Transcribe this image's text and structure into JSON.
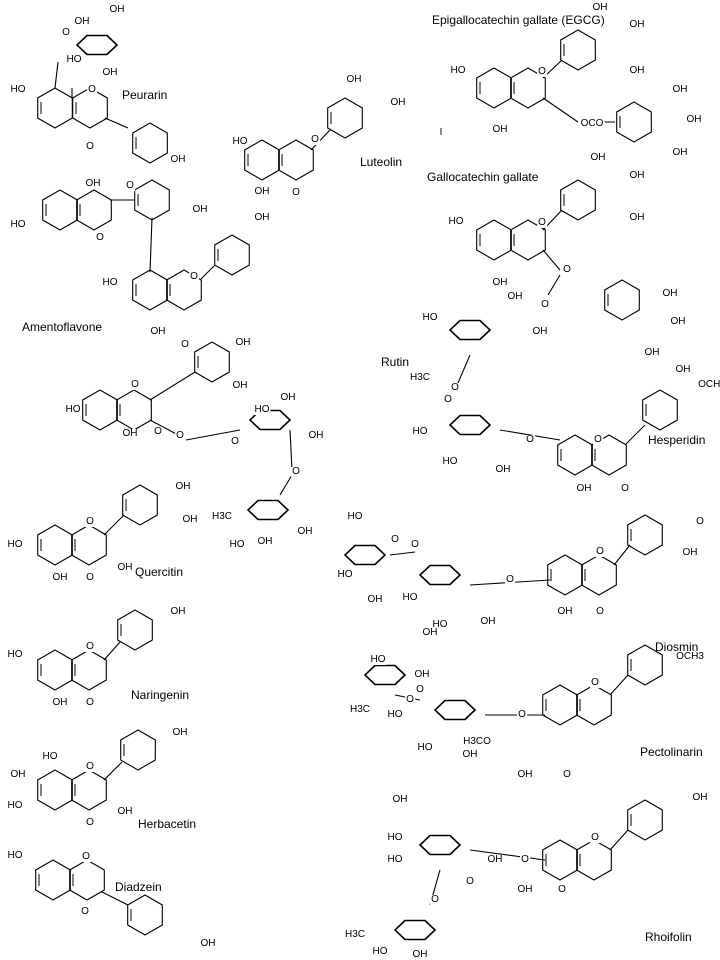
{
  "compounds": [
    {
      "id": "peurarin",
      "name": "Peurarin",
      "atoms": [
        "HO",
        "O",
        "O",
        "OH",
        "OH",
        "OH",
        "O",
        "HO",
        "OH"
      ]
    },
    {
      "id": "luteolin",
      "name": "Luteolin",
      "atoms": [
        "HO",
        "O",
        "OH",
        "O",
        "OH",
        "OH",
        "I"
      ]
    },
    {
      "id": "egcg",
      "name": "Epigallocatechin gallate (EGCG)",
      "atoms": [
        "HO",
        "O",
        "OH",
        "OCO",
        "OH",
        "OH",
        "OH",
        "OH",
        "OH",
        "OH"
      ]
    },
    {
      "id": "gallocatechin-gallate",
      "name": "Gallocatechin gallate",
      "atoms": [
        "HO",
        "O",
        "OH",
        "O",
        "O",
        "OH",
        "OH",
        "OH",
        "OH",
        "OH",
        "OH"
      ]
    },
    {
      "id": "amentoflavone",
      "name": "Amentoflavone",
      "atoms": [
        "OH",
        "O",
        "HO",
        "O",
        "OH",
        "OH",
        "HO",
        "O",
        "OH",
        "O"
      ]
    },
    {
      "id": "rutin",
      "name": "Rutin",
      "atoms": [
        "HO",
        "O",
        "OH",
        "O",
        "OH",
        "OH",
        "O",
        "OH",
        "HO",
        "OH",
        "O",
        "O",
        "H3C",
        "HO",
        "OH",
        "OH"
      ]
    },
    {
      "id": "hesperidin",
      "name": "Hesperidin",
      "atoms": [
        "OH",
        "HO",
        "OH",
        "H3C",
        "O",
        "O",
        "HO",
        "HO",
        "OH",
        "O",
        "O",
        "OH",
        "O",
        "OH",
        "OCH3"
      ]
    },
    {
      "id": "quercitin",
      "name": "Quercitin",
      "atoms": [
        "HO",
        "O",
        "OH",
        "O",
        "OH",
        "OH",
        "OH"
      ]
    },
    {
      "id": "naringenin",
      "name": "Naringenin",
      "atoms": [
        "HO",
        "O",
        "OH",
        "O",
        "OH"
      ]
    },
    {
      "id": "herbacetin",
      "name": "Herbacetin",
      "atoms": [
        "HO",
        "OH",
        "O",
        "HO",
        "O",
        "OH",
        "OH"
      ]
    },
    {
      "id": "diadzein",
      "name": "Diadzein",
      "atoms": [
        "HO",
        "O",
        "O",
        "OH"
      ]
    },
    {
      "id": "diosmin",
      "name": "Diosmin",
      "atoms": [
        "HO",
        "O",
        "HO",
        "OH",
        "O",
        "HO",
        "HO",
        "OH",
        "O",
        "O",
        "OH",
        "O",
        "O",
        "OH"
      ]
    },
    {
      "id": "pectolinarin",
      "name": "Pectolinarin",
      "atoms": [
        "OH",
        "HO",
        "OH",
        "H3C",
        "O",
        "O",
        "HO",
        "HO",
        "OH",
        "O",
        "O",
        "H3CO",
        "OH",
        "O",
        "OCH3"
      ]
    },
    {
      "id": "rhoifolin",
      "name": "Rhoifolin",
      "atoms": [
        "OH",
        "HO",
        "HO",
        "O",
        "OH",
        "O",
        "O",
        "H3C",
        "HO",
        "OH",
        "O",
        "OH",
        "O",
        "OH"
      ]
    }
  ]
}
